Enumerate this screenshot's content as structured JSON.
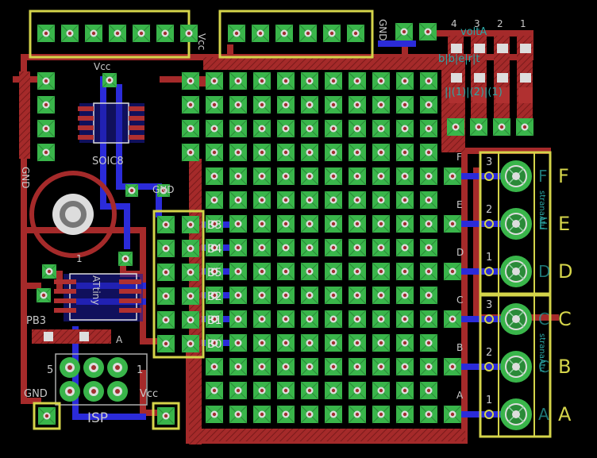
{
  "labels": {
    "vcc_top": "Vcc",
    "gnd_top": "GND",
    "vcc_ic": "Vcc",
    "ic1_package": "SOIC8",
    "gnd_left": "GND",
    "gnd_mid": "GND",
    "pin_one": "1",
    "attiny": "ATtiny",
    "pb3": "PB3",
    "a_small": "A",
    "isp_pin5": "5",
    "isp_pin1": "1",
    "gnd_bottom": "GND",
    "isp": "ISP",
    "vcc_bottom": "Vcc",
    "voltage_regulator": "voltA",
    "led_text_1": "b|b|e|r|t",
    "led_text_2": "||(1)|(2)|(1)",
    "bank": "stranaAtu",
    "bank2": "stranaAtu"
  },
  "led_numbers": [
    "4",
    "3",
    "2",
    "1"
  ],
  "port_labels": [
    "B3",
    "B4",
    "B5",
    "B2",
    "B1",
    "B0"
  ],
  "grid_row_labels": [
    "F",
    "E",
    "D",
    "C",
    "B",
    "A"
  ],
  "connector_numbers": [
    "3",
    "2",
    "1",
    "3",
    "2",
    "1"
  ],
  "big_letters": [
    "F",
    "E",
    "D",
    "C",
    "B",
    "A"
  ],
  "dim_letters": [
    "F",
    "E",
    "D",
    "C",
    "C",
    "A"
  ],
  "colors": {
    "background": "#000000",
    "copper_top": "#a52a2a",
    "copper_bottom": "#2b2bd9",
    "pad": "#39b54a",
    "outline": "#d4d44a",
    "text": "#c8c8c8",
    "silk": "#e0e0e0",
    "teal": "#2ca6a4"
  }
}
